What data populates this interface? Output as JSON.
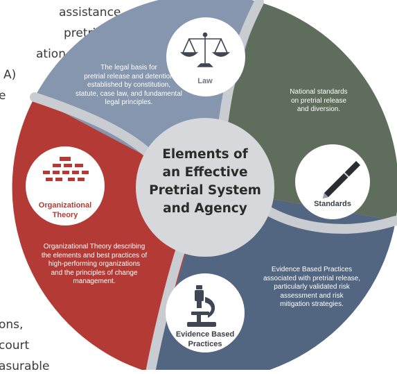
{
  "background_text": {
    "top_lines": [
      "assistance",
      "pretrial",
      "ation",
      "A)",
      "e"
    ],
    "bottom_lines": [
      "ons,",
      " court",
      "asurable"
    ]
  },
  "center": {
    "title": "Elements of\nan Effective\nPretrial System\nand Agency"
  },
  "segments": {
    "law": {
      "label": "Law",
      "icon": "scales-icon",
      "description": "The legal basis for\npretrial release and detention\nestablished by constitution,\nstatute, case law, and fundamental\nlegal principles.",
      "color": "#8596ae"
    },
    "standards": {
      "label": "Standards",
      "icon": "pen-icon",
      "description": "National standards\non pretrial release\nand diversion.",
      "color": "#5f6e5c"
    },
    "evidence": {
      "label": "Evidence Based\nPractices",
      "icon": "microscope-icon",
      "description": "Evidence Based Practices\nassociated with pretrial release,\nparticularly validated risk\nassessment and risk\nmitigation strategies.",
      "color": "#526581"
    },
    "organizational": {
      "label": "Organizational\nTheory",
      "icon": "org-chart-icon",
      "description": "Organizational Theory describing\nthe elements and best practices of\nhigh-performing organizations\nand the principles of change\nmanagement.",
      "color": "#b43a35"
    }
  },
  "colors": {
    "gap": "#c9ccd0",
    "center_fill": "#d6d8db",
    "icon_dark": "#3f4755",
    "org_label": "#b43a35",
    "label_dark": "#3a4049"
  }
}
